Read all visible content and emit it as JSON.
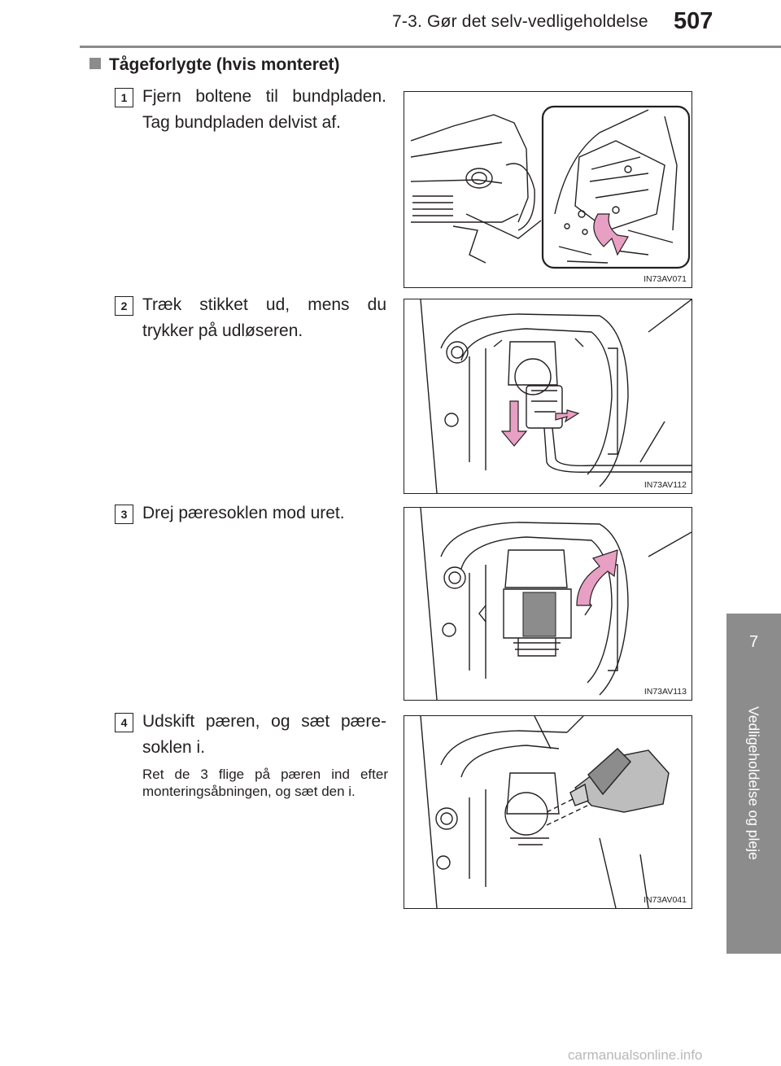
{
  "header": {
    "section_title": "7-3. Gør det selv-vedligeholdelse",
    "page_number": "507"
  },
  "side_tab": {
    "chapter": "7",
    "label": "Vedligeholdelse og pleje"
  },
  "section_heading": "Tågeforlygte (hvis monteret)",
  "steps": [
    {
      "number": "1",
      "text": "Fjern boltene til bundpladen. Tag bundpladen delvist af.",
      "figure_code": "IN73AV071"
    },
    {
      "number": "2",
      "text": "Træk stikket ud, mens du trykker på udløseren.",
      "figure_code": "IN73AV112"
    },
    {
      "number": "3",
      "text": "Drej pæresoklen mod uret.",
      "figure_code": "IN73AV113"
    },
    {
      "number": "4",
      "text": "Udskift pæren, og sæt pære-soklen i.",
      "note": "Ret de 3 flige på pæren ind efter monteringsåbningen, og sæt den i.",
      "figure_code": "IN73AV041"
    }
  ],
  "footer": "carmanualsonline.info",
  "colors": {
    "arrow": "#e7a0c4",
    "tab": "#8c8c8c",
    "rule": "#8a8a8a"
  }
}
